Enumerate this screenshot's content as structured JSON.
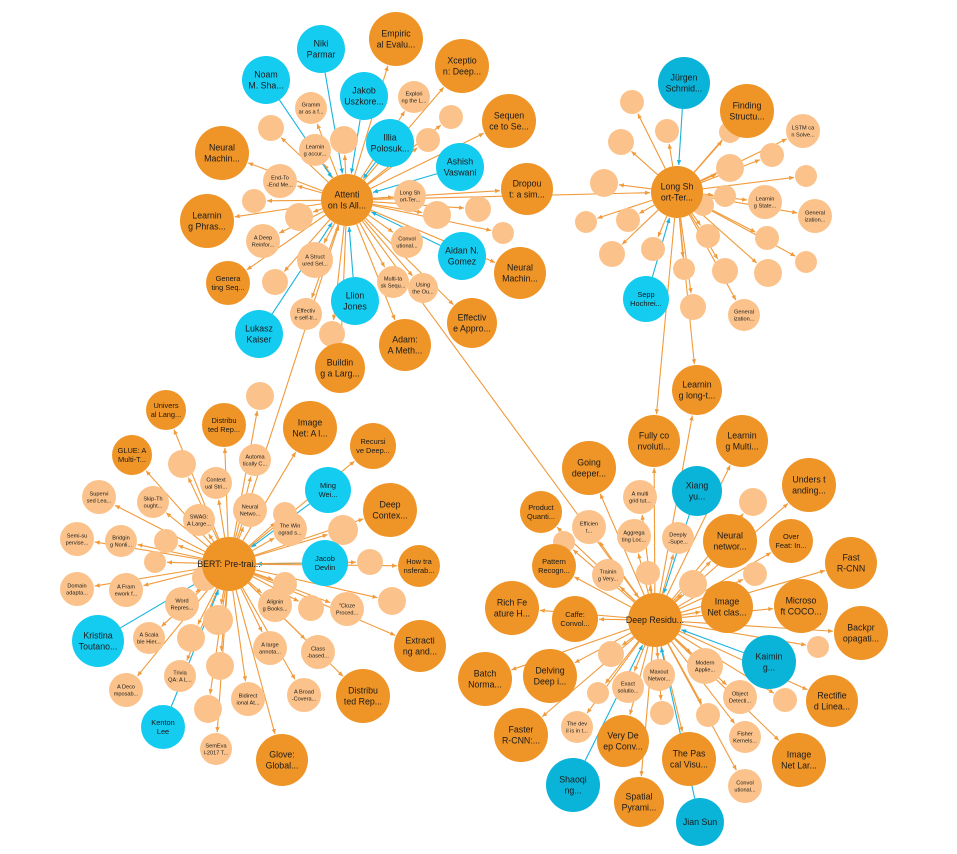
{
  "colors": {
    "paper_big": "#ef9427",
    "paper_small": "#fbc38b",
    "author": "#14cbf0",
    "author_dark": "#0ab4d8",
    "edge_orange": "#f19a3a",
    "edge_blue": "#18b4e0",
    "text": "#1a1a1a"
  },
  "nodes": [
    {
      "id": "attention",
      "label": "Attenti·on Is All...",
      "kind": "big"
    },
    {
      "id": "bert",
      "label": "BERT: Pre-trai...",
      "kind": "big"
    },
    {
      "id": "lstm",
      "label": "Long Sh·ort-Ter...",
      "kind": "big"
    },
    {
      "id": "resnet",
      "label": "Deep Residu...",
      "kind": "big"
    },
    {
      "id": "a1",
      "label": "Empiric·al Evalu...",
      "kind": "big"
    },
    {
      "id": "a2",
      "label": "Xceptio·n: Deep...",
      "kind": "big"
    },
    {
      "id": "a3",
      "label": "Sequen·ce to Se...",
      "kind": "big"
    },
    {
      "id": "a4",
      "label": "Dropou·t: a sim...",
      "kind": "big"
    },
    {
      "id": "a5",
      "label": "Neural·Machin...",
      "kind": "big"
    },
    {
      "id": "a6",
      "label": "Effectiv·e Appro...",
      "kind": "big"
    },
    {
      "id": "a7",
      "label": "Adam:·A Meth...",
      "kind": "big"
    },
    {
      "id": "a8",
      "label": "Buildin·g a Larg...",
      "kind": "big"
    },
    {
      "id": "a9",
      "label": "Neural·Machin...",
      "kind": "big"
    },
    {
      "id": "a10",
      "label": "Learnin·g Phras...",
      "kind": "big"
    },
    {
      "id": "a11",
      "label": "Genera·ting Seq...",
      "kind": "med"
    },
    {
      "id": "a12",
      "label": "A Deep·Reinfor...",
      "kind": "small"
    },
    {
      "id": "a13",
      "label": "End-To·-End Me...",
      "kind": "small"
    },
    {
      "id": "a14",
      "label": "Gramm·ar as a f...",
      "kind": "small"
    },
    {
      "id": "a15",
      "label": "Learnin·g accur...",
      "kind": "small"
    },
    {
      "id": "a16",
      "label": "Explori·ng the L...",
      "kind": "small"
    },
    {
      "id": "a17",
      "label": "Long Sh·ort-Ter...",
      "kind": "small"
    },
    {
      "id": "a18",
      "label": "Convol·utional...",
      "kind": "small"
    },
    {
      "id": "a19",
      "label": "Multi-ta·sk Sequ...",
      "kind": "small"
    },
    {
      "id": "a20",
      "label": "Using·the Ou...",
      "kind": "small"
    },
    {
      "id": "a21",
      "label": "A Struct·ured Sel...",
      "kind": "small"
    },
    {
      "id": "a22",
      "label": "Effectiv·e self-tr...",
      "kind": "small"
    },
    {
      "id": "au1",
      "label": "Niki·Parmar",
      "kind": "author"
    },
    {
      "id": "au2",
      "label": "Noam·M. Sha...",
      "kind": "author"
    },
    {
      "id": "au3",
      "label": "Jakob·Uszkore...",
      "kind": "author"
    },
    {
      "id": "au4",
      "label": "Illia·Polosuk...",
      "kind": "author"
    },
    {
      "id": "au5",
      "label": "Ashish·Vaswani",
      "kind": "author"
    },
    {
      "id": "au6",
      "label": "Aidan N.·Gomez",
      "kind": "author"
    },
    {
      "id": "au7",
      "label": "Llion·Jones",
      "kind": "author"
    },
    {
      "id": "au8",
      "label": "Lukasz·Kaiser",
      "kind": "author"
    },
    {
      "id": "l1",
      "label": "Jürgen·Schmid...",
      "kind": "author_dark"
    },
    {
      "id": "l2",
      "label": "Sepp·Hochrei...",
      "kind": "author"
    },
    {
      "id": "l3",
      "label": "Finding·Structu...",
      "kind": "big"
    },
    {
      "id": "l4",
      "label": "LSTM ca·n Solve...",
      "kind": "small"
    },
    {
      "id": "l5",
      "label": "Learnin·g State...",
      "kind": "small"
    },
    {
      "id": "l6",
      "label": "General·ization...",
      "kind": "small"
    },
    {
      "id": "l7",
      "label": "General·ization...",
      "kind": "small"
    },
    {
      "id": "r1",
      "label": "Learnin·g long-t...",
      "kind": "big"
    },
    {
      "id": "r2",
      "label": "Fully co·nvoluti...",
      "kind": "big"
    },
    {
      "id": "r3",
      "label": "Learnin·g Multi...",
      "kind": "big"
    },
    {
      "id": "r4",
      "label": "Going·deeper...",
      "kind": "big"
    },
    {
      "id": "r5",
      "label": "Unders t·anding...",
      "kind": "big"
    },
    {
      "id": "r6",
      "label": "Neural·networ...",
      "kind": "big"
    },
    {
      "id": "r7",
      "label": "Over·Feat: In...",
      "kind": "med"
    },
    {
      "id": "r8",
      "label": "Fast·R-CNN",
      "kind": "big"
    },
    {
      "id": "r9",
      "label": "Microso·ft COCO...",
      "kind": "big"
    },
    {
      "id": "r10",
      "label": "Image·Net clas...",
      "kind": "big"
    },
    {
      "id": "r11",
      "label": "Backpr·opagati...",
      "kind": "big"
    },
    {
      "id": "r12",
      "label": "Rectifie·d Linea...",
      "kind": "big"
    },
    {
      "id": "r13",
      "label": "Image·Net Lar...",
      "kind": "big"
    },
    {
      "id": "r14",
      "label": "The Pas·cal Visu...",
      "kind": "big"
    },
    {
      "id": "r15",
      "label": "Spatial·Pyrami...",
      "kind": "big"
    },
    {
      "id": "r16",
      "label": "Very De·ep Conv...",
      "kind": "big"
    },
    {
      "id": "r17",
      "label": "Faster·R-CNN:...",
      "kind": "big"
    },
    {
      "id": "r18",
      "label": "Batch·Norma...",
      "kind": "big"
    },
    {
      "id": "r19",
      "label": "Delving·Deep i...",
      "kind": "big"
    },
    {
      "id": "r20",
      "label": "Rich Fe·ature H...",
      "kind": "big"
    },
    {
      "id": "r21",
      "label": "Caffe:·Convol...",
      "kind": "med"
    },
    {
      "id": "r22",
      "label": "Pattern·Recogn...",
      "kind": "med"
    },
    {
      "id": "r23",
      "label": "Product·Quanti...",
      "kind": "med"
    },
    {
      "id": "r24",
      "label": "Efficien·t...",
      "kind": "small"
    },
    {
      "id": "r25",
      "label": "A multi·grid tut...",
      "kind": "small"
    },
    {
      "id": "r26",
      "label": "Aggrega·ting Loc...",
      "kind": "small"
    },
    {
      "id": "r27",
      "label": "Deeply·-Supe...",
      "kind": "small"
    },
    {
      "id": "r28",
      "label": "Trainin·g Very...",
      "kind": "small"
    },
    {
      "id": "r29",
      "label": "Modern·Applie...",
      "kind": "small"
    },
    {
      "id": "r30",
      "label": "Object·Detecti...",
      "kind": "small"
    },
    {
      "id": "r31",
      "label": "Fisher·Kernels...",
      "kind": "small"
    },
    {
      "id": "r32",
      "label": "Convol·utional...",
      "kind": "small"
    },
    {
      "id": "r33",
      "label": "Maxout·Networ...",
      "kind": "small"
    },
    {
      "id": "r34",
      "label": "Exact·solutio...",
      "kind": "small"
    },
    {
      "id": "r35",
      "label": "The dev·il is in t...",
      "kind": "small"
    },
    {
      "id": "ra1",
      "label": "Xiang·yu...",
      "kind": "author_dark"
    },
    {
      "id": "ra2",
      "label": "Kaimin·g...",
      "kind": "author_dark"
    },
    {
      "id": "ra3",
      "label": "Shaoqi·ng...",
      "kind": "author_dark"
    },
    {
      "id": "ra4",
      "label": "Jian Sun",
      "kind": "author_dark"
    },
    {
      "id": "b1",
      "label": "Univers·al Lang...",
      "kind": "med"
    },
    {
      "id": "b2",
      "label": "Distribu·ted Rep...",
      "kind": "med"
    },
    {
      "id": "b3",
      "label": "Image·Net: A l...",
      "kind": "big"
    },
    {
      "id": "b4",
      "label": "Recursi·ve Deep...",
      "kind": "med"
    },
    {
      "id": "b5",
      "label": "Deep·Contex...",
      "kind": "big"
    },
    {
      "id": "b6",
      "label": "How tra·nsferab...",
      "kind": "med"
    },
    {
      "id": "b7",
      "label": "Extracti·ng and...",
      "kind": "big"
    },
    {
      "id": "b8",
      "label": "Distribu·ted Rep...",
      "kind": "big"
    },
    {
      "id": "b9",
      "label": "Glove:·Global...",
      "kind": "big"
    },
    {
      "id": "b10",
      "label": "GLUE: A·Multi-T...",
      "kind": "med"
    },
    {
      "id": "b11",
      "label": "Supervi·sed Lea...",
      "kind": "small"
    },
    {
      "id": "b12",
      "label": "Semi-su·pervise...",
      "kind": "small"
    },
    {
      "id": "b13",
      "label": "Domain·adapta...",
      "kind": "small"
    },
    {
      "id": "b14",
      "label": "A Fram·ework f...",
      "kind": "small"
    },
    {
      "id": "b15",
      "label": "Word·Repres...",
      "kind": "small"
    },
    {
      "id": "b16",
      "label": "A Scala·ble Hier...",
      "kind": "small"
    },
    {
      "id": "b17",
      "label": "A Deco·mposab...",
      "kind": "small"
    },
    {
      "id": "b18",
      "label": "Trivia·QA: A L...",
      "kind": "small"
    },
    {
      "id": "b19",
      "label": "Bidirect·ional At...",
      "kind": "small"
    },
    {
      "id": "b20",
      "label": "SemEva·l-2017 T...",
      "kind": "small"
    },
    {
      "id": "b21",
      "label": "A large·annota...",
      "kind": "small"
    },
    {
      "id": "b22",
      "label": "A Broad·-Covera...",
      "kind": "small"
    },
    {
      "id": "b23",
      "label": "Class·-based...",
      "kind": "small"
    },
    {
      "id": "b24",
      "label": "\"Cloze·Proced...",
      "kind": "small"
    },
    {
      "id": "b25",
      "label": "Alignin·g Books...",
      "kind": "small"
    },
    {
      "id": "b26",
      "label": "The Win·ograd s...",
      "kind": "small"
    },
    {
      "id": "b27",
      "label": "Neural·Netwo...",
      "kind": "small"
    },
    {
      "id": "b28",
      "label": "Automa·tically C...",
      "kind": "small"
    },
    {
      "id": "b29",
      "label": "Context·ual Stri...",
      "kind": "small"
    },
    {
      "id": "b30",
      "label": "Skip-Th·ought...",
      "kind": "small"
    },
    {
      "id": "b31",
      "label": "SWAG:·A Large...",
      "kind": "small"
    },
    {
      "id": "b32",
      "label": "Bridgin·g Nonli...",
      "kind": "small"
    },
    {
      "id": "ba1",
      "label": "Ming·Wei...",
      "kind": "author"
    },
    {
      "id": "ba2",
      "label": "Jacob·Devlin",
      "kind": "author"
    },
    {
      "id": "ba3",
      "label": "Kristina·Toutano...",
      "kind": "author"
    },
    {
      "id": "ba4",
      "label": "Kenton·Lee",
      "kind": "author"
    }
  ]
}
